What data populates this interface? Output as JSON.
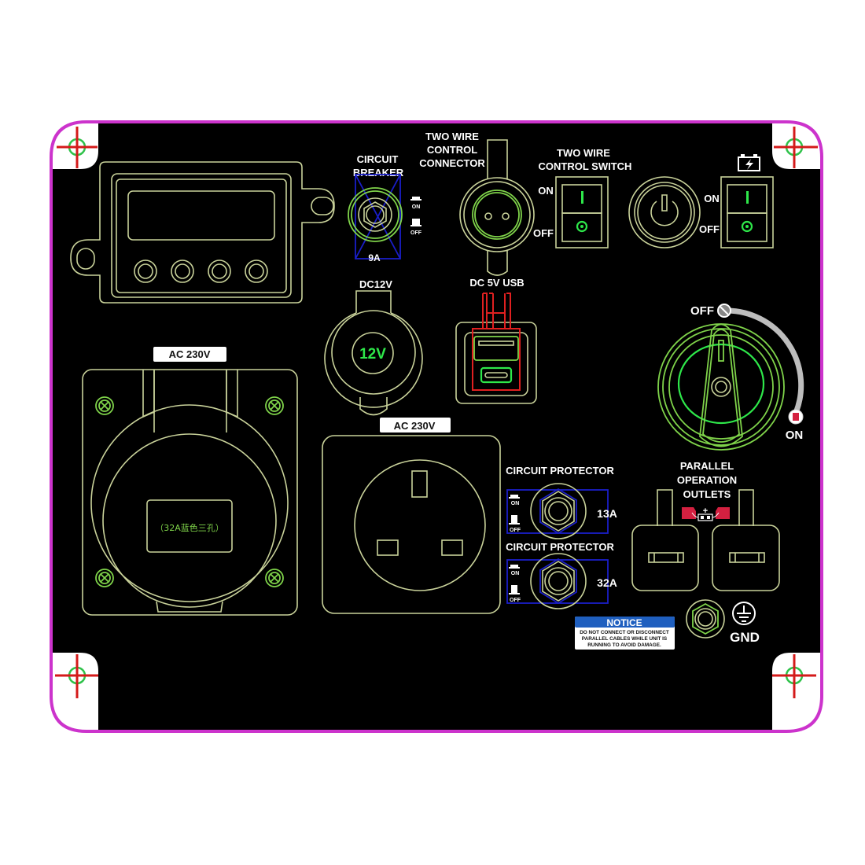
{
  "panel": {
    "colors": {
      "background": "#000000",
      "border": "#cc33cc",
      "outline": "#c9d29a",
      "green": "#2ee84a",
      "blue": "#1a1ec8",
      "red": "#e02020",
      "notice_blue": "#1f5fbf"
    }
  },
  "display": {
    "buttons": 4
  },
  "circuit_breaker": {
    "title_line1": "CIRCUIT",
    "title_line2": "BREAKER",
    "rating": "9A",
    "on_label": "ON",
    "off_label": "OFF"
  },
  "two_wire_connector": {
    "title_line1": "TWO WIRE",
    "title_line2": "CONTROL",
    "title_line3": "CONNECTOR"
  },
  "two_wire_switch": {
    "title_line1": "TWO WIRE",
    "title_line2": "CONTROL SWITCH",
    "on_label": "ON",
    "off_label": "OFF"
  },
  "battery_switch": {
    "icon": "battery-charge-icon",
    "on_label": "ON",
    "off_label": "OFF"
  },
  "power_button": {
    "icon": "power-icon"
  },
  "dc12v": {
    "title": "DC12V",
    "socket_label": "12V"
  },
  "usb": {
    "title": "DC 5V USB"
  },
  "engine_switch": {
    "off_label": "OFF",
    "on_label": "ON",
    "icon_off": "no-fuel-icon",
    "icon_on": "fuel-icon"
  },
  "ac_left": {
    "tag": "AC 230V",
    "inner_text": "（32A蓝色三孔）"
  },
  "ac_center": {
    "tag": "AC 230V"
  },
  "protector_1": {
    "title": "CIRCUIT PROTECTOR",
    "rating": "13A",
    "on_label": "ON",
    "off_label": "OFF"
  },
  "protector_2": {
    "title": "CIRCUIT PROTECTOR",
    "rating": "32A",
    "on_label": "ON",
    "off_label": "OFF"
  },
  "parallel": {
    "title_line1": "PARALLEL",
    "title_line2": "OPERATION",
    "title_line3": "OUTLETS",
    "plus": "+"
  },
  "notice": {
    "title": "NOTICE",
    "line1": "DO NOT CONNECT OR DISCONNECT",
    "line2": "PARALLEL CABLES WHILE UNIT IS",
    "line3": "RUNNING TO AVOID DAMAGE."
  },
  "ground": {
    "label": "GND",
    "icon": "ground-icon"
  }
}
